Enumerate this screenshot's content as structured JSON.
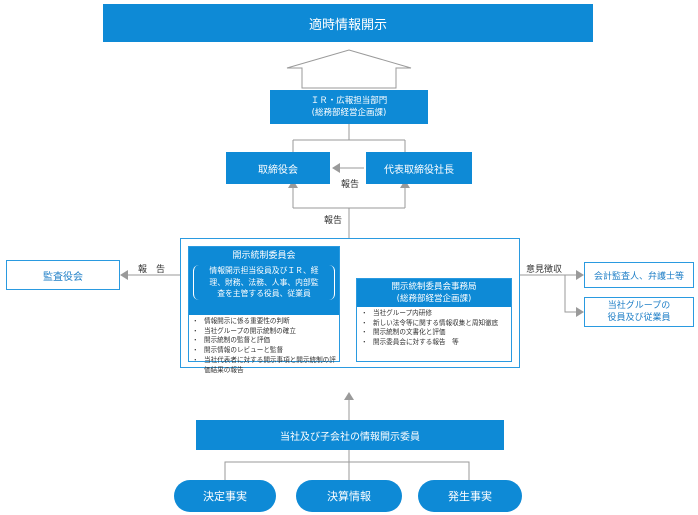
{
  "colors": {
    "accent": "#0e8ad6",
    "line": "#9a9a9a",
    "outline_border": "#2a9ae0"
  },
  "top": {
    "title": "適時情報開示"
  },
  "ir": {
    "line1": "ＩＲ・広報担当部門",
    "line2": "(総務部経営企画課)"
  },
  "board": {
    "label": "取締役会"
  },
  "president": {
    "label": "代表取締役社長"
  },
  "labels": {
    "report_board": "報告",
    "report_up": "報告",
    "report_left": "報　告",
    "opinion": "意見徴収"
  },
  "audit": {
    "label": "監査役会"
  },
  "committee": {
    "title": "開示統制委員会",
    "sub_line1": "情報開示担当役員及びＩＲ、経",
    "sub_line2": "理、財務、法務、人事、内部監",
    "sub_line3": "査を主管する役員、従業員",
    "items": [
      "情報開示に係る重要性の判断",
      "当社グループの開示統制の確立",
      "開示統制の監督と評価",
      "開示情報のレビューと監督",
      "当社代表者に対する開示事項と開示統制の評価結果の報告"
    ]
  },
  "office": {
    "title": "開示統制委員会事務局",
    "sub": "(総務部経営企画課)",
    "items": [
      "当社グループ内研修",
      "新しい法令等に関する情報収集と周知徹底",
      "開示統制の文書化と評価",
      "開示委員会に対する報告　等"
    ]
  },
  "auditor": {
    "label": "会計監査人、弁護士等"
  },
  "employees": {
    "line1": "当社グループの",
    "line2": "役員及び従業員"
  },
  "members": {
    "label": "当社及び子会社の情報開示委員"
  },
  "sources": [
    {
      "label": "決定事実"
    },
    {
      "label": "決算情報"
    },
    {
      "label": "発生事実"
    }
  ]
}
